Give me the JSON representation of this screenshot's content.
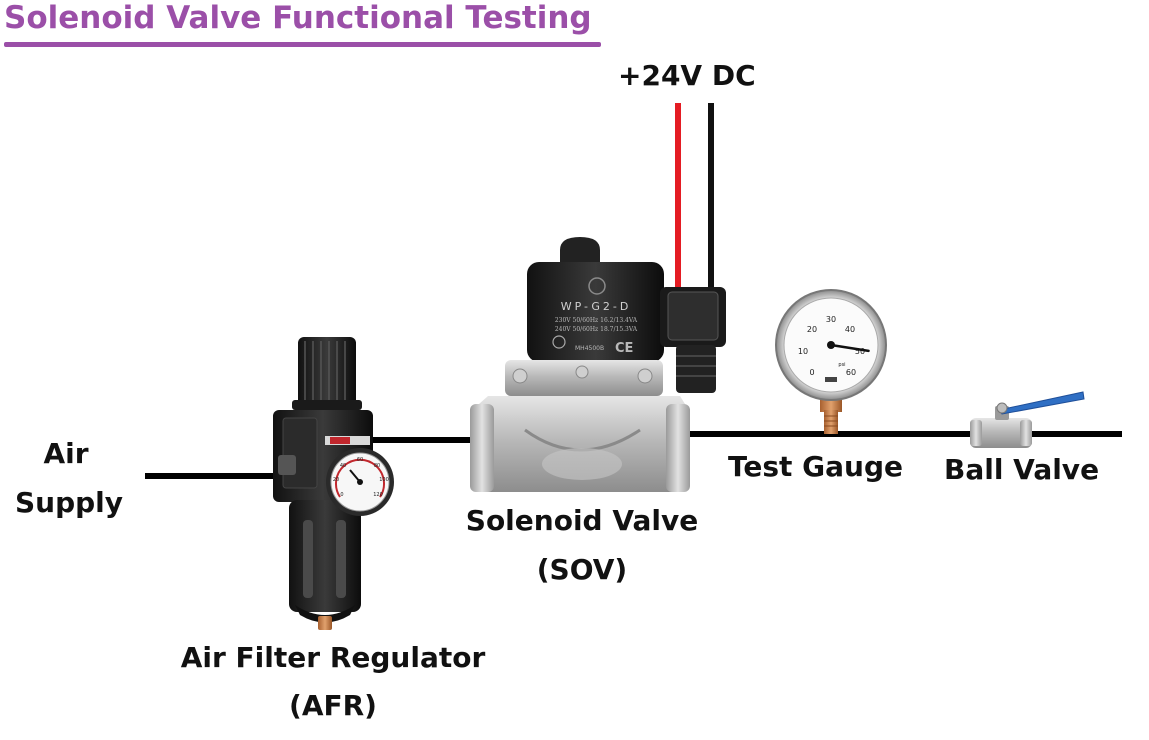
{
  "title": "Solenoid Valve Functional Testing",
  "labels": {
    "power": "+24V DC",
    "air_supply_line1": "Air",
    "air_supply_line2": "Supply",
    "afr_line1": "Air Filter Regulator",
    "afr_line2": "(AFR)",
    "sov_line1": "Solenoid Valve",
    "sov_line2": "(SOV)",
    "test_gauge": "Test Gauge",
    "ball_valve": "Ball Valve"
  },
  "solenoid_coil": {
    "model": "WP-G2-D",
    "rating_line1": "230V 50/60Hz 16.2/13.4VA",
    "rating_line2": "240V 50/60Hz 18.7/15.3VA",
    "part_no": "MH4500B",
    "mark": "CE"
  },
  "test_gauge_dial": {
    "ticks": [
      "0",
      "10",
      "20",
      "30",
      "40",
      "50",
      "60"
    ],
    "unit": "psi",
    "needle_value": 52,
    "max_value": 60
  },
  "afr_gauge_dial": {
    "ticks": [
      "0",
      "20",
      "40",
      "60",
      "80",
      "100",
      "120"
    ]
  },
  "colors": {
    "title": "#9b4fa8",
    "positive_wire": "#e41c23",
    "negative_wire": "#111111",
    "pipe": "#000000",
    "ball_valve_handle": "#2f6fc4",
    "gauge_stem": "#c9834e"
  }
}
